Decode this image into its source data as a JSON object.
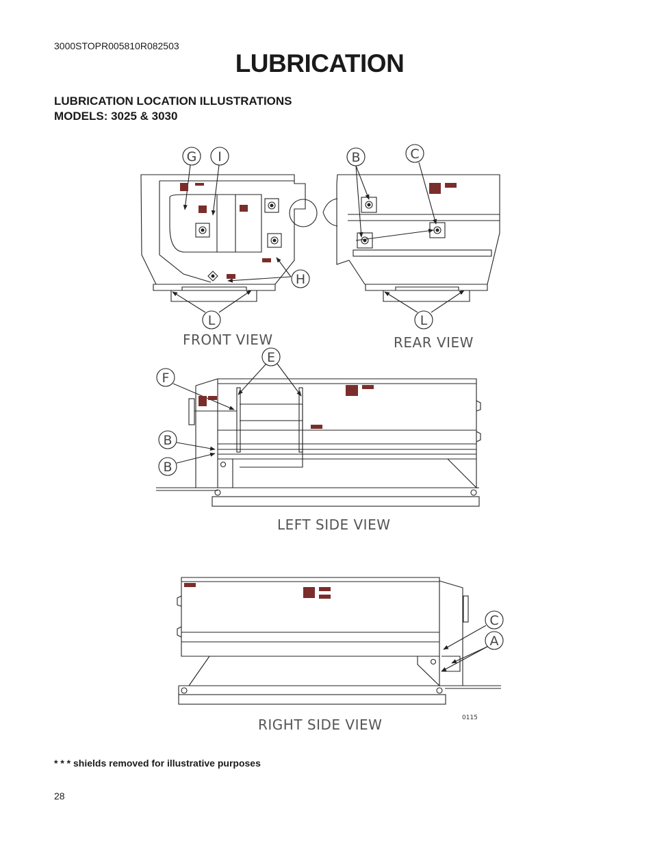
{
  "header": {
    "doc_code": "3000STOPR005810R082503",
    "title": "LUBRICATION"
  },
  "section": {
    "heading_line1": "LUBRICATION LOCATION ILLUSTRATIONS",
    "heading_line2": "MODELS:  3025 & 3030"
  },
  "views": {
    "front": "FRONT VIEW",
    "rear": "REAR VIEW",
    "left": "LEFT SIDE VIEW",
    "right": "RIGHT SIDE VIEW"
  },
  "callouts": {
    "G": "G",
    "I": "I",
    "B": "B",
    "C": "C",
    "H": "H",
    "L": "L",
    "E": "E",
    "F": "F",
    "A": "A"
  },
  "drawing_number": "0115",
  "footnote": "* * * shields removed for illustrative purposes",
  "page_number": "28",
  "colors": {
    "marker": "#7a2e2b",
    "line": "#222222"
  }
}
